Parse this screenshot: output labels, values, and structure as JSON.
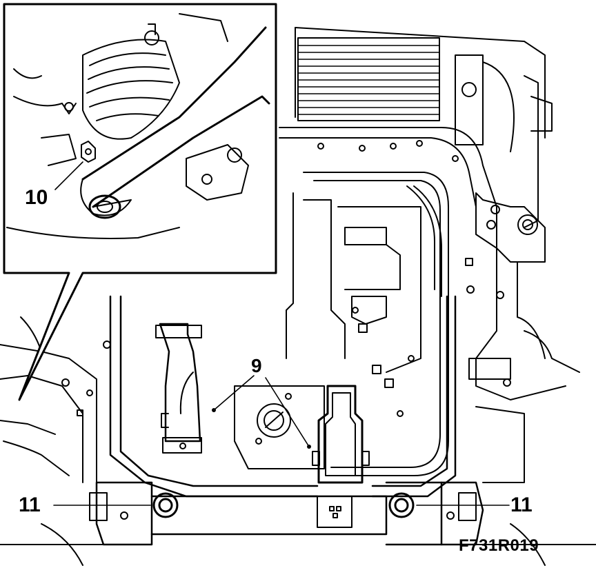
{
  "figure": {
    "id": "F731R019",
    "callouts": {
      "c9": "9",
      "c10": "10",
      "c11_left": "11",
      "c11_right": "11"
    }
  }
}
